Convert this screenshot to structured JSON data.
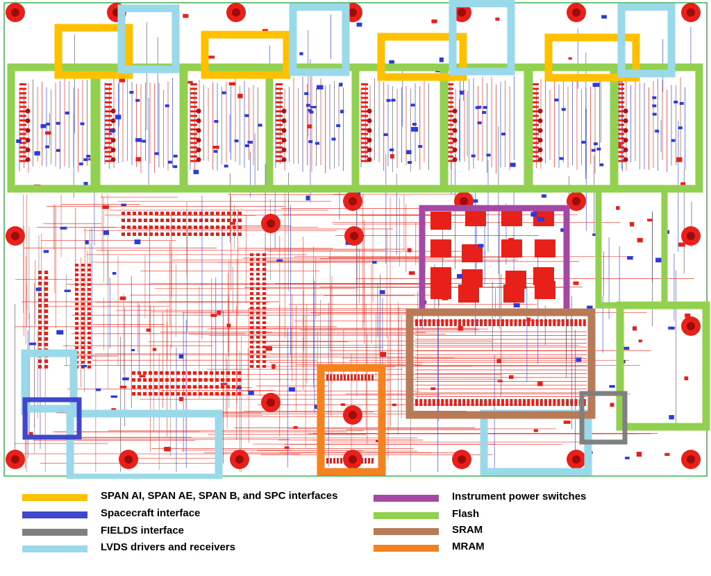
{
  "legend": {
    "items": [
      {
        "key": "span",
        "label": "SPAN AI, SPAN AE, SPAN B, and SPC interfaces",
        "color": "#FFC000"
      },
      {
        "key": "spacecraft",
        "label": "Spacecraft interface",
        "color": "#3F48CC"
      },
      {
        "key": "fields",
        "label": "FIELDS interface",
        "color": "#808080"
      },
      {
        "key": "lvds",
        "label": "LVDS drivers and receivers",
        "color": "#99D9EA"
      },
      {
        "key": "power",
        "label": "Instrument power switches",
        "color": "#A349A4"
      },
      {
        "key": "flash",
        "label": "Flash",
        "color": "#92D050"
      },
      {
        "key": "sram",
        "label": "SRAM",
        "color": "#B97A57"
      },
      {
        "key": "mram",
        "label": "MRAM",
        "color": "#F58220"
      }
    ]
  },
  "board_colors": {
    "trace_red": "#E8291C",
    "trace_blue": "#2A3BD8",
    "board_outline": "#3CB44B",
    "pad_red": "#E8201A"
  }
}
